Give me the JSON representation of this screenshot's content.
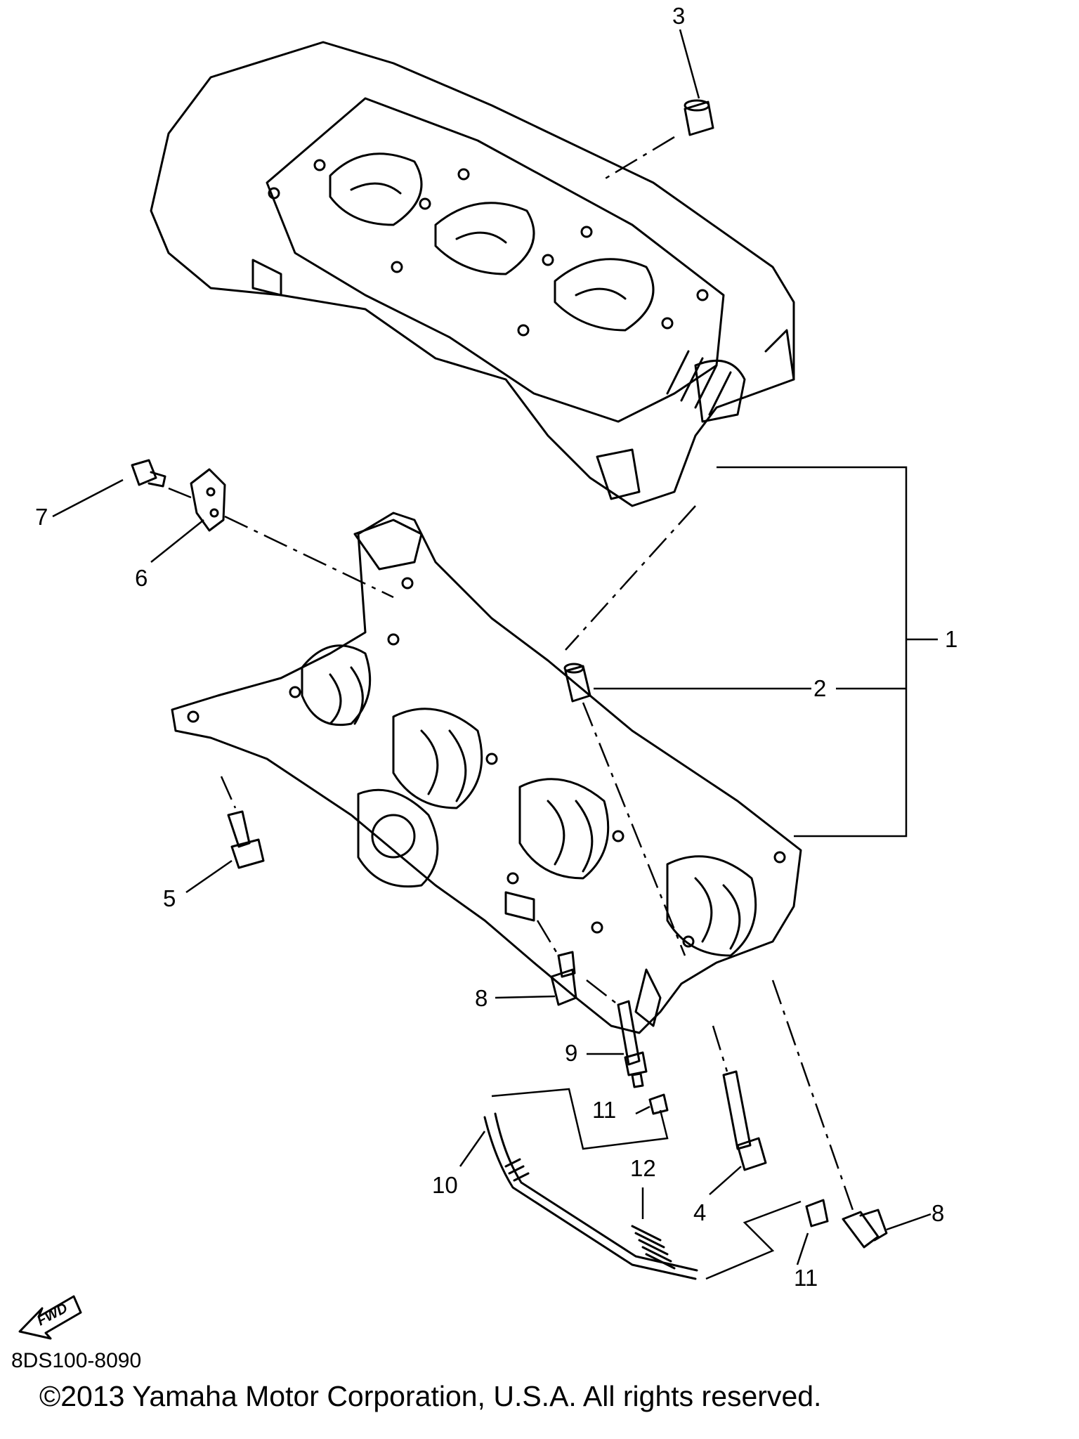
{
  "callouts": {
    "c1": "1",
    "c2": "2",
    "c3": "3",
    "c4": "4",
    "c5": "5",
    "c6": "6",
    "c7": "7",
    "c8a": "8",
    "c8b": "8",
    "c9": "9",
    "c10": "10",
    "c11a": "11",
    "c11b": "11",
    "c12": "12"
  },
  "fwd_label": "FWD",
  "diagram_code": "8DS100-8090",
  "copyright": "©2013 Yamaha Motor Corporation, U.S.A. All rights reserved."
}
